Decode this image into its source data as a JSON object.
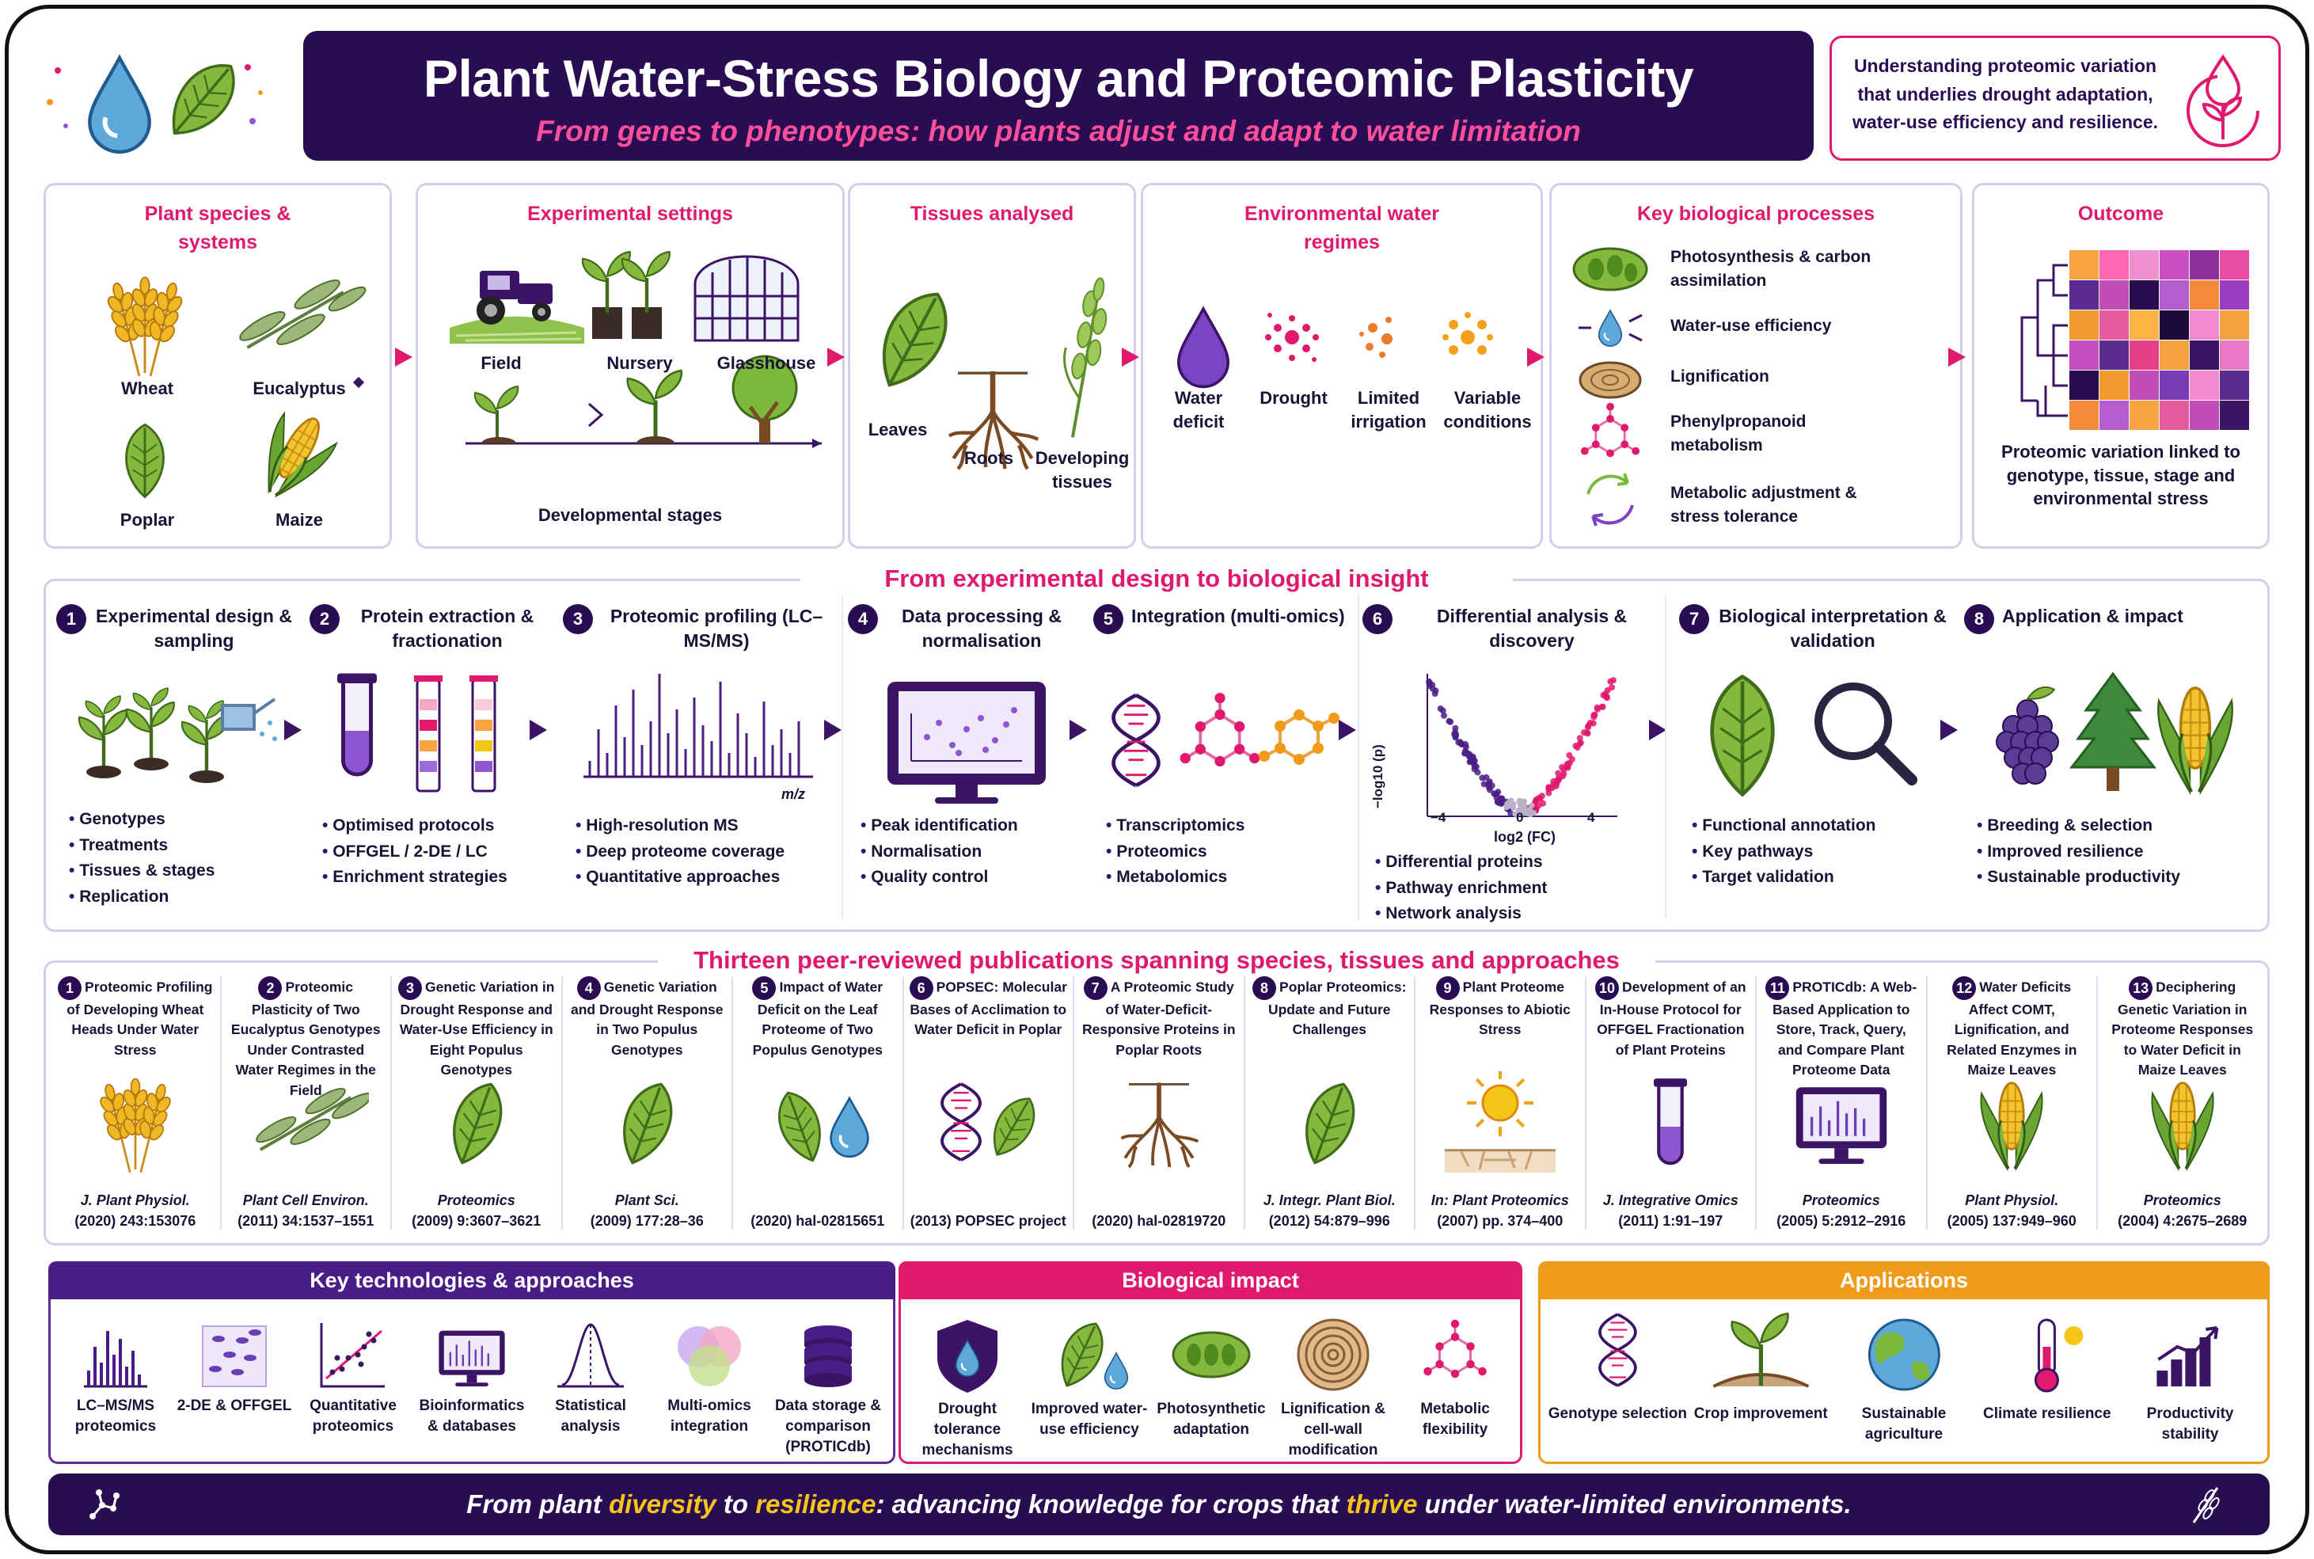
{
  "header": {
    "title": "Plant Water-Stress Biology and Proteomic Plasticity",
    "subtitle": "From genes to phenotypes: how plants adjust and adapt to water limitation",
    "aside": "Understanding proteomic variation that underlies drought adaptation, water-use efficiency and resilience."
  },
  "overview": {
    "species": {
      "title": "Plant species & systems",
      "items": [
        "Wheat",
        "Eucalyptus",
        "Poplar",
        "Maize"
      ]
    },
    "settings": {
      "title": "Experimental settings",
      "items": [
        "Field",
        "Nursery",
        "Glasshouse"
      ],
      "stages_label": "Developmental stages"
    },
    "tissues": {
      "title": "Tissues analysed",
      "items": [
        "Leaves",
        "Roots",
        "Developing tissues"
      ]
    },
    "regimes": {
      "title": "Environmental water regimes",
      "items": [
        "Water deficit",
        "Drought",
        "Limited irrigation",
        "Variable conditions"
      ]
    },
    "processes": {
      "title": "Key biological processes",
      "items": [
        "Photosynthesis & carbon assimilation",
        "Water-use efficiency",
        "Lignification",
        "Phenylpropanoid metabolism",
        "Metabolic adjustment & stress tolerance"
      ]
    },
    "outcome": {
      "title": "Outcome",
      "text": "Proteomic variation linked to genotype, tissue, stage and environmental stress"
    }
  },
  "workflow": {
    "title": "From experimental design to biological insight",
    "steps": [
      {
        "n": "1",
        "title": "Experimental design & sampling",
        "bullets": [
          "Genotypes",
          "Treatments",
          "Tissues & stages",
          "Replication"
        ]
      },
      {
        "n": "2",
        "title": "Protein extraction & fractionation",
        "bullets": [
          "Optimised protocols",
          "OFFGEL / 2-DE / LC",
          "Enrichment strategies"
        ]
      },
      {
        "n": "3",
        "title": "Proteomic profiling (LC–MS/MS)",
        "bullets": [
          "High-resolution MS",
          "Deep proteome coverage",
          "Quantitative approaches"
        ],
        "axis": "m/z"
      },
      {
        "n": "4",
        "title": "Data processing & normalisation",
        "bullets": [
          "Peak identification",
          "Normalisation",
          "Quality control"
        ]
      },
      {
        "n": "5",
        "title": "Integration (multi-omics)",
        "bullets": [
          "Transcriptomics",
          "Proteomics",
          "Metabolomics"
        ]
      },
      {
        "n": "6",
        "title": "Differential analysis & discovery",
        "bullets": [
          "Differential proteins",
          "Pathway enrichment",
          "Network analysis"
        ],
        "ylabel": "−log10 (p)",
        "xlabel": "log2 (FC)",
        "ticks": [
          "−4",
          "0",
          "4"
        ]
      },
      {
        "n": "7",
        "title": "Biological interpretation & validation",
        "bullets": [
          "Functional annotation",
          "Key pathways",
          "Target validation"
        ]
      },
      {
        "n": "8",
        "title": "Application & impact",
        "bullets": [
          "Breeding & selection",
          "Improved resilience",
          "Sustainable productivity"
        ]
      }
    ]
  },
  "publications": {
    "title": "Thirteen peer-reviewed publications spanning species, tissues and approaches",
    "items": [
      {
        "n": "1",
        "title": "Proteomic Profiling of Developing Wheat Heads Under Water Stress",
        "journal": "J. Plant Physiol.",
        "ref": "(2020) 243:153076",
        "icon": "wheat-icon"
      },
      {
        "n": "2",
        "title": "Proteomic Plasticity of Two Eucalyptus Genotypes Under Contrasted Water Regimes in the Field",
        "journal": "Plant Cell Environ.",
        "ref": "(2011) 34:1537–1551",
        "icon": "eucalyptus-icon"
      },
      {
        "n": "3",
        "title": "Genetic Variation in Drought Response and Water-Use Efficiency in Eight Populus Genotypes",
        "journal": "Proteomics",
        "ref": "(2009) 9:3607–3621",
        "icon": "leaf-icon"
      },
      {
        "n": "4",
        "title": "Genetic Variation and Drought Response in Two Populus Genotypes",
        "journal": "Plant Sci.",
        "ref": "(2009) 177:28–36",
        "icon": "leaf-icon"
      },
      {
        "n": "5",
        "title": "Impact of Water Deficit on the Leaf Proteome of Two Populus Genotypes",
        "journal": "",
        "ref": "(2020) hal-02815651",
        "icon": "leaf-drop-icon"
      },
      {
        "n": "6",
        "title": "POPSEC: Molecular Bases of Acclimation to Water Deficit in Poplar",
        "journal": "",
        "ref": "(2013) POPSEC project",
        "icon": "dna-leaf-icon"
      },
      {
        "n": "7",
        "title": "A Proteomic Study of Water-Deficit-Responsive Proteins in Poplar Roots",
        "journal": "",
        "ref": "(2020) hal-02819720",
        "icon": "roots-icon"
      },
      {
        "n": "8",
        "title": "Poplar Proteomics: Update and Future Challenges",
        "journal": "J. Integr. Plant Biol.",
        "ref": "(2012) 54:879–996",
        "icon": "leaf-icon"
      },
      {
        "n": "9",
        "title": "Plant Proteome Responses to Abiotic Stress",
        "journal": "In: Plant Proteomics",
        "ref": "(2007) pp. 374–400",
        "icon": "sun-drought-icon"
      },
      {
        "n": "10",
        "title": "Development of an In-House Protocol for OFFGEL Fractionation of Plant Proteins",
        "journal": "J. Integrative Omics",
        "ref": "(2011) 1:91–197",
        "icon": "tube-icon"
      },
      {
        "n": "11",
        "title": "PROTICdb: A Web-Based Application to Store, Track, Query, and Compare Plant Proteome Data",
        "journal": "Proteomics",
        "ref": "(2005) 5:2912–2916",
        "icon": "monitor-icon"
      },
      {
        "n": "12",
        "title": "Water Deficits Affect COMT, Lignification, and Related Enzymes in Maize Leaves",
        "journal": "Plant Physiol.",
        "ref": "(2005) 137:949–960",
        "icon": "maize-icon"
      },
      {
        "n": "13",
        "title": "Deciphering Genetic Variation in Proteome Responses to Water Deficit in Maize Leaves",
        "journal": "Proteomics",
        "ref": "(2004) 4:2675–2689",
        "icon": "maize-icon"
      }
    ]
  },
  "technologies": {
    "title": "Key technologies & approaches",
    "items": [
      "LC–MS/MS proteomics",
      "2-DE & OFFGEL",
      "Quantitative proteomics",
      "Bioinformatics & databases",
      "Statistical analysis",
      "Multi-omics integration",
      "Data storage & comparison (PROTICdb)"
    ]
  },
  "impact": {
    "title": "Biological impact",
    "items": [
      "Drought tolerance mechanisms",
      "Improved water-use efficiency",
      "Photosynthetic adaptation",
      "Lignification & cell-wall modification",
      "Metabolic flexibility"
    ]
  },
  "applications": {
    "title": "Applications",
    "items": [
      "Genotype selection",
      "Crop improvement",
      "Sustainable agriculture",
      "Climate resilience",
      "Productivity stability"
    ]
  },
  "footer": {
    "p1": "From plant ",
    "w1": "diversity",
    "p2": " to ",
    "w2": "resilience",
    "p3": ": advancing knowledge for crops that ",
    "w3": "thrive",
    "p4": " under water-limited environments."
  },
  "colors": {
    "purple": "#3b1466",
    "pink": "#e0196f",
    "orange": "#ef9a1a",
    "leaf": "#7fb23a",
    "gold": "#f2b724"
  }
}
